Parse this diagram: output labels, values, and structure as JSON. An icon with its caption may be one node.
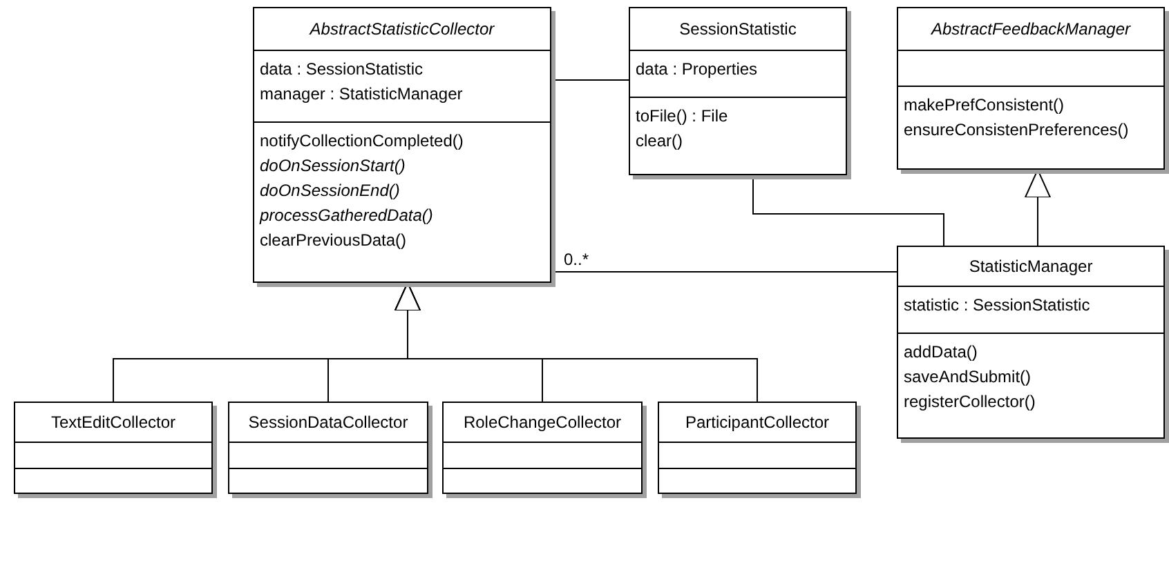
{
  "diagram": {
    "nodes": [
      {
        "text": [
          "AbstractStatisticCollector",
          "data : SessionStatistic",
          "manager : StatisticManager",
          "notifyCollectionCompleted()",
          "*doOnSessionStart()*",
          "*doOnSessionEnd()*",
          "*processGatheredData()*",
          "clearPreviousData()"
        ]
      },
      {
        "text": [
          "SessionStatistic",
          "data : Properties",
          "toFile() : File",
          "clear()"
        ]
      },
      {
        "text": [
          "AbstractFeedbackManager",
          "makePrefConsistent()",
          "ensureConsistenPreferences()"
        ]
      },
      {
        "text": [
          "StatisticManager",
          "statistic : SessionStatistic",
          "addData()",
          "saveAndSubmit()",
          "registerCollector()"
        ]
      },
      {
        "text": [
          "TextEditCollector"
        ]
      },
      {
        "text": [
          "SessionDataCollector"
        ]
      },
      {
        "text": [
          "RoleChangeCollector"
        ]
      },
      {
        "text": [
          "ParticipantCollector"
        ]
      }
    ],
    "edges": [
      {
        "from": 0,
        "to": 1,
        "arrow": "none"
      },
      {
        "from": 1,
        "to": 3,
        "arrow": "none"
      },
      {
        "from": 3,
        "to": 2,
        "arrow": "to"
      },
      {
        "from": 3,
        "to": 0,
        "arrow": "none",
        "label": "0..*"
      },
      {
        "from": 4,
        "to": 0,
        "arrow": "to"
      },
      {
        "from": 5,
        "to": 0,
        "arrow": "to"
      },
      {
        "from": 6,
        "to": 0,
        "arrow": "to"
      },
      {
        "from": 7,
        "to": 0,
        "arrow": "to"
      }
    ]
  }
}
